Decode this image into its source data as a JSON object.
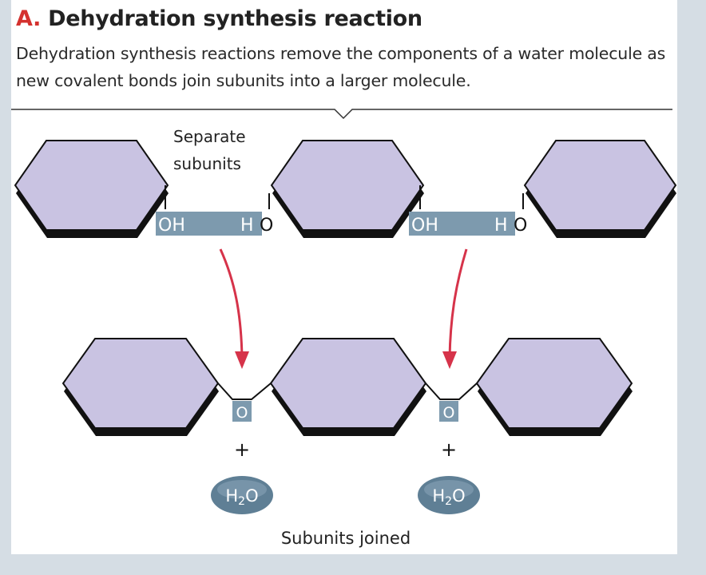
{
  "header": {
    "letter": "A.",
    "title": "Dehydration synthesis reaction",
    "description": "Dehydration synthesis reactions remove the components of a water molecule as new covalent bonds join subunits into a larger molecule."
  },
  "labels": {
    "separate_line1": "Separate",
    "separate_line2": "subunits",
    "joined": "Subunits joined",
    "oh": "OH",
    "h": "H",
    "o": "O",
    "plus": "+",
    "water_h": "H",
    "water_2": "2",
    "water_o": "O"
  },
  "colors": {
    "hexagon_fill": "#c9c3e2",
    "group_fill": "#7d9aae",
    "arrow": "#d6334a",
    "water_fill": "#5f7f95",
    "background": "#d5dde4"
  }
}
